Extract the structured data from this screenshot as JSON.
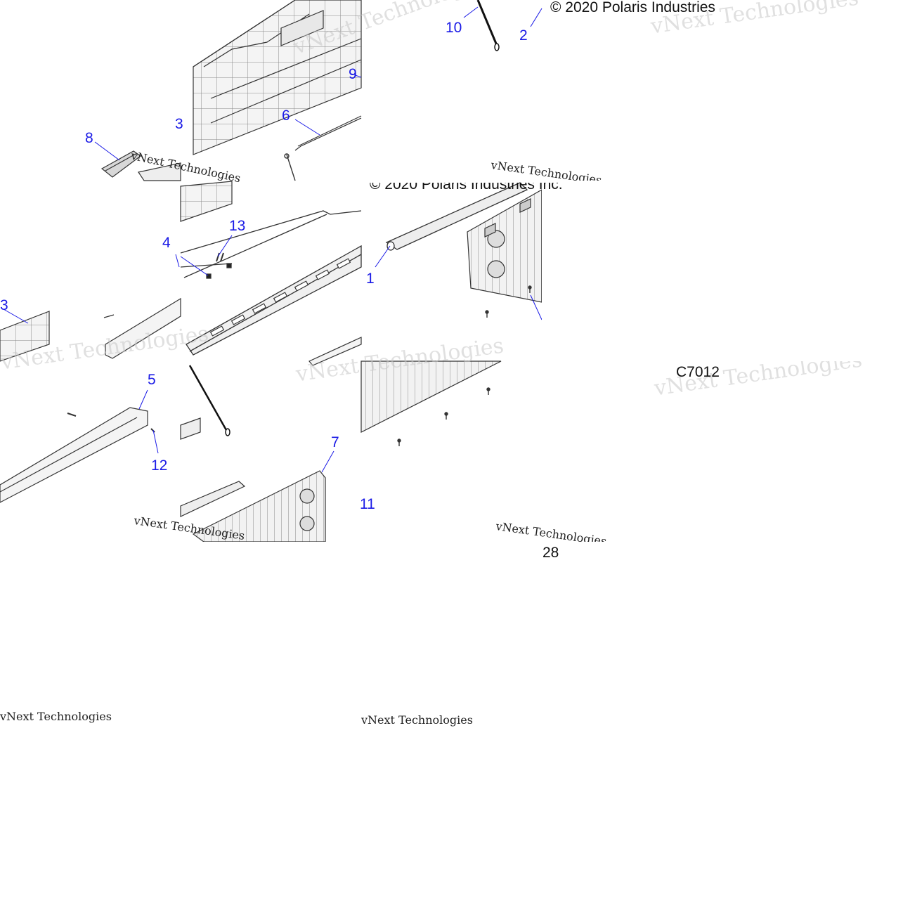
{
  "copyright": "© 2020 Polaris Industries",
  "copyright_partial": "© 2020 Polaris Industries Inc.",
  "figure_code": "C7012",
  "page_number": "28",
  "watermark": {
    "big": "vNext Technologies",
    "small": "vNext Technologies"
  },
  "callouts": [
    "1",
    "2",
    "3",
    "4",
    "5",
    "6",
    "7",
    "8",
    "9",
    "10",
    "11",
    "12",
    "13"
  ],
  "colors": {
    "callout": "#1a1ae6",
    "linework": "#333333",
    "watermark": "#c8c8c8"
  }
}
